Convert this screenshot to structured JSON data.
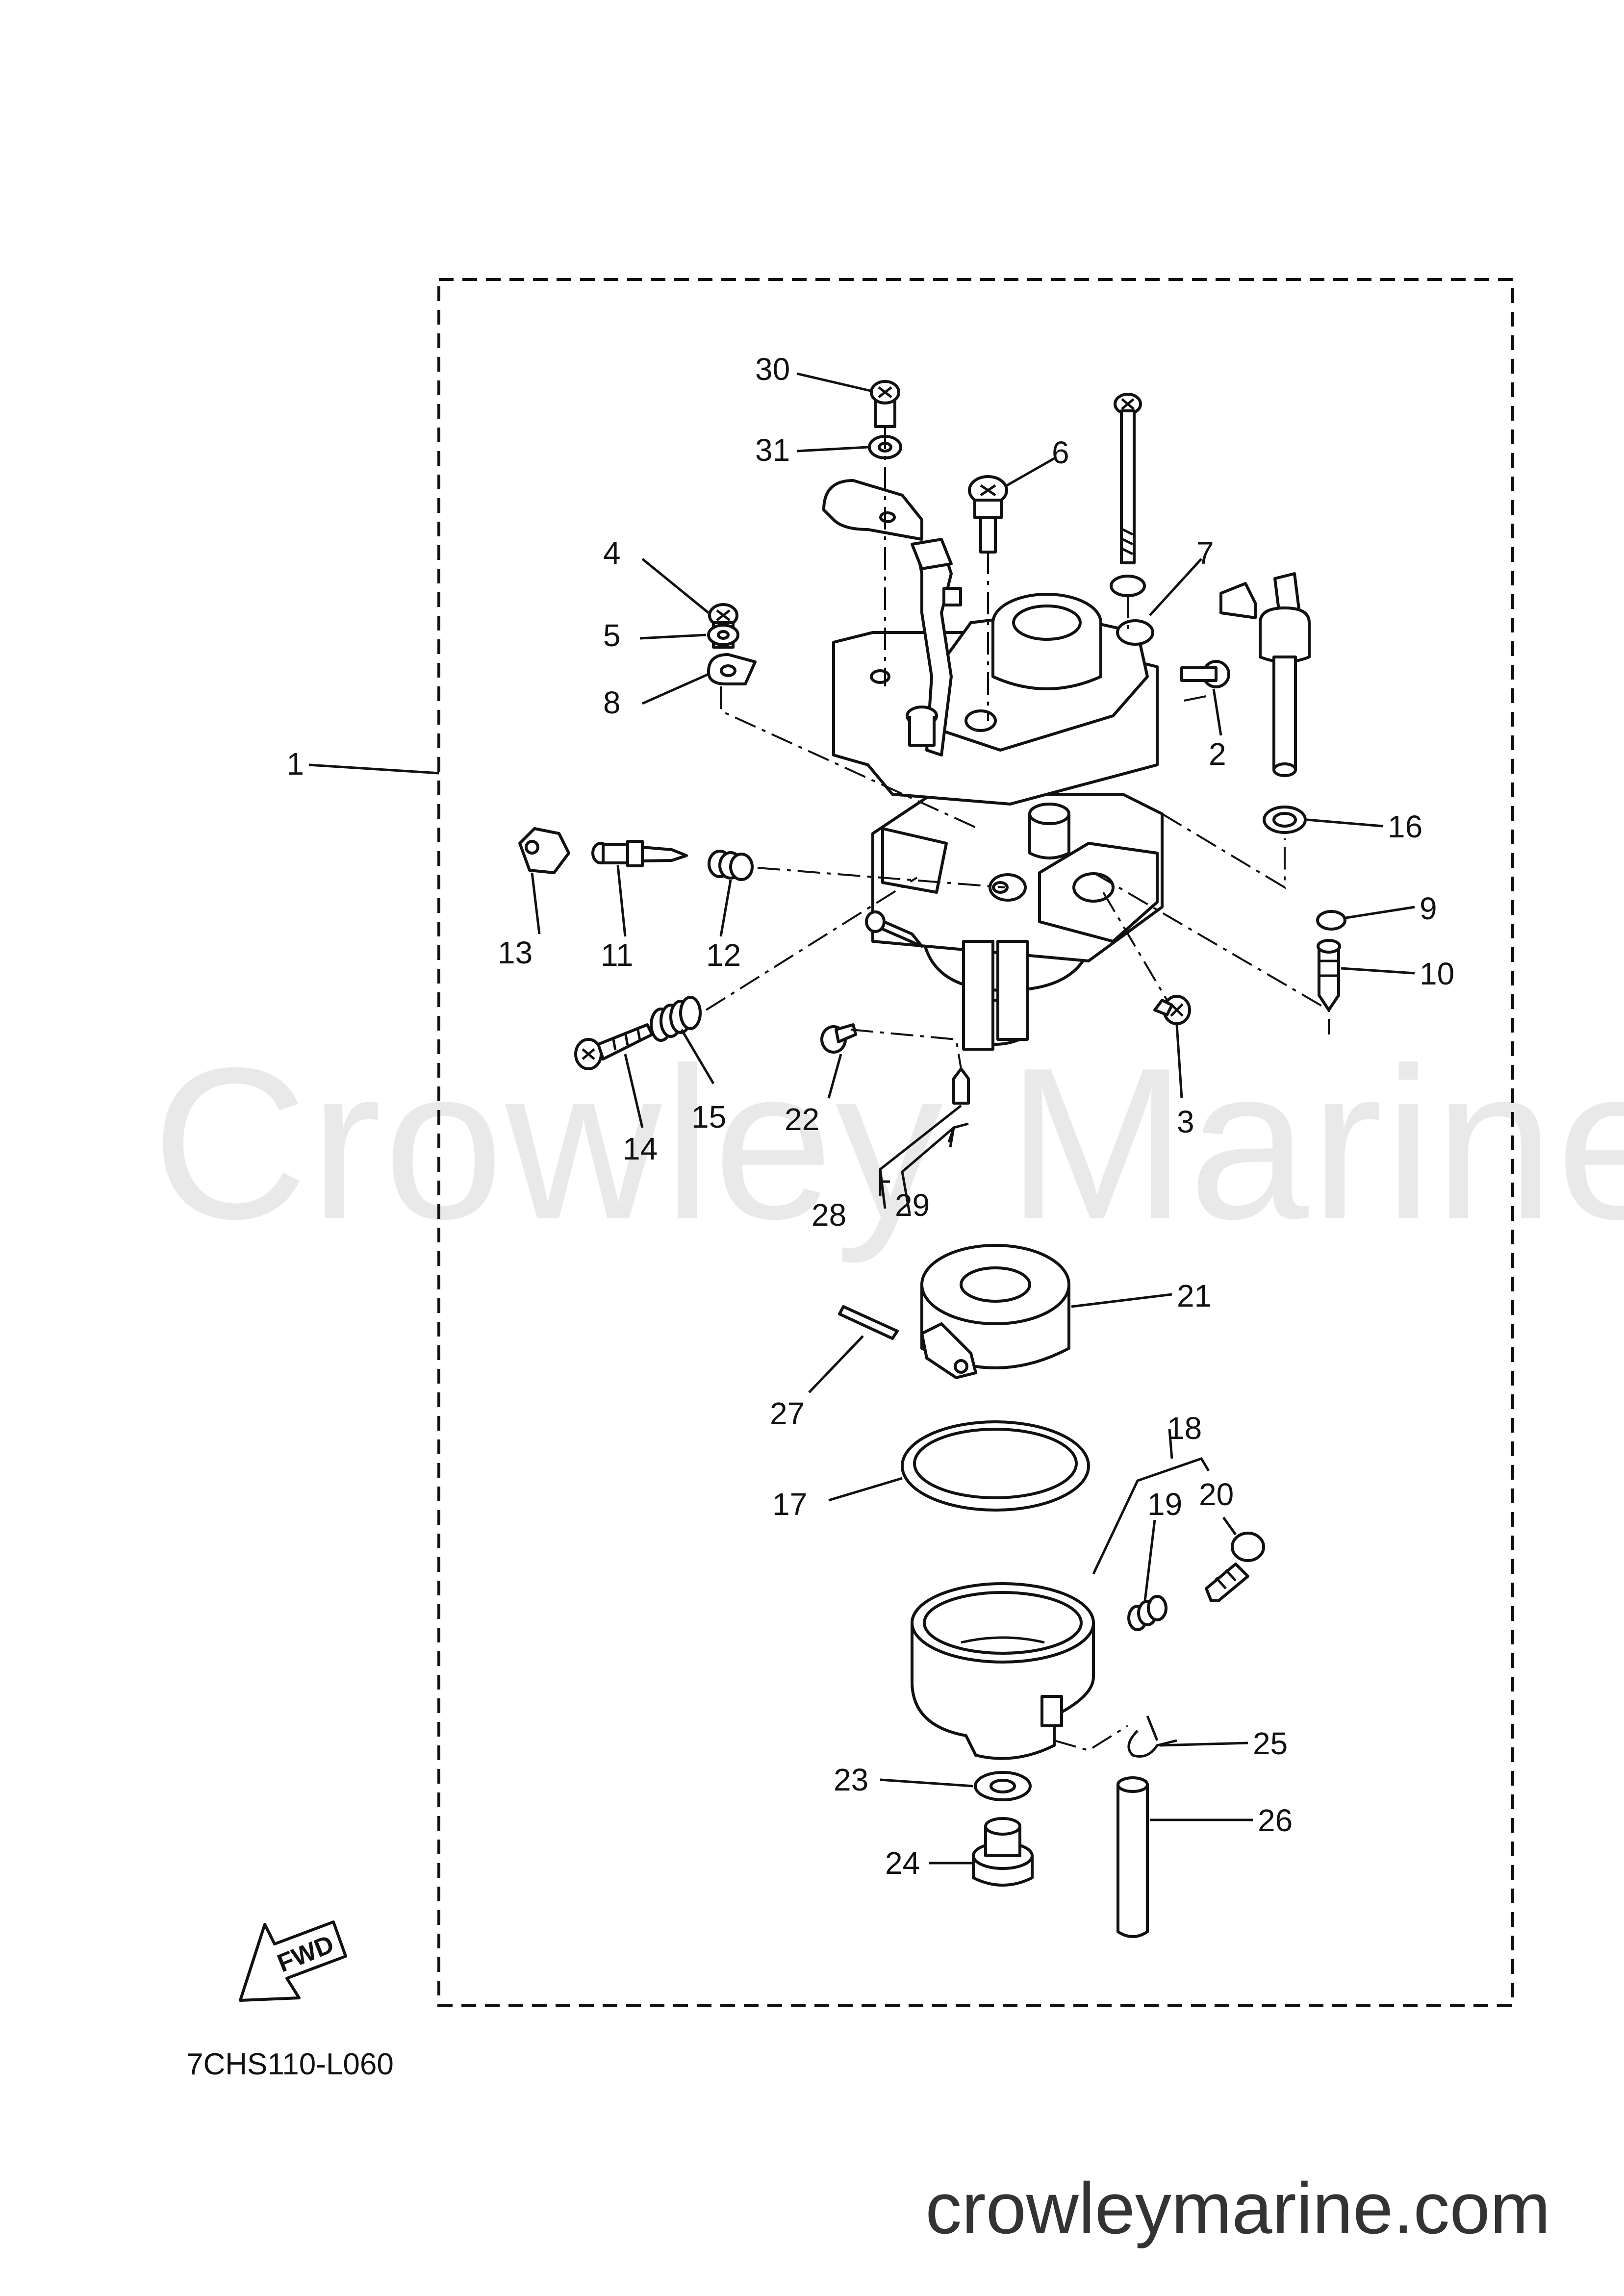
{
  "diagram": {
    "drawing_code": "7CHS110-L060",
    "watermark": "Crowley Marine",
    "footer_url": "crowleymarine.com",
    "direction_badge": "FWD",
    "assembly_label": "1",
    "callouts": [
      {
        "id": "2",
        "label": "2"
      },
      {
        "id": "3",
        "label": "3"
      },
      {
        "id": "4",
        "label": "4"
      },
      {
        "id": "5",
        "label": "5"
      },
      {
        "id": "6",
        "label": "6"
      },
      {
        "id": "7",
        "label": "7"
      },
      {
        "id": "8",
        "label": "8"
      },
      {
        "id": "9",
        "label": "9"
      },
      {
        "id": "10",
        "label": "10"
      },
      {
        "id": "11",
        "label": "11"
      },
      {
        "id": "12",
        "label": "12"
      },
      {
        "id": "13",
        "label": "13"
      },
      {
        "id": "14",
        "label": "14"
      },
      {
        "id": "15",
        "label": "15"
      },
      {
        "id": "16",
        "label": "16"
      },
      {
        "id": "17",
        "label": "17"
      },
      {
        "id": "18",
        "label": "18"
      },
      {
        "id": "19",
        "label": "19"
      },
      {
        "id": "20",
        "label": "20"
      },
      {
        "id": "21",
        "label": "21"
      },
      {
        "id": "22",
        "label": "22"
      },
      {
        "id": "23",
        "label": "23"
      },
      {
        "id": "24",
        "label": "24"
      },
      {
        "id": "25",
        "label": "25"
      },
      {
        "id": "26",
        "label": "26"
      },
      {
        "id": "27",
        "label": "27"
      },
      {
        "id": "28",
        "label": "28"
      },
      {
        "id": "29",
        "label": "29"
      },
      {
        "id": "30",
        "label": "30"
      },
      {
        "id": "31",
        "label": "31"
      }
    ]
  }
}
